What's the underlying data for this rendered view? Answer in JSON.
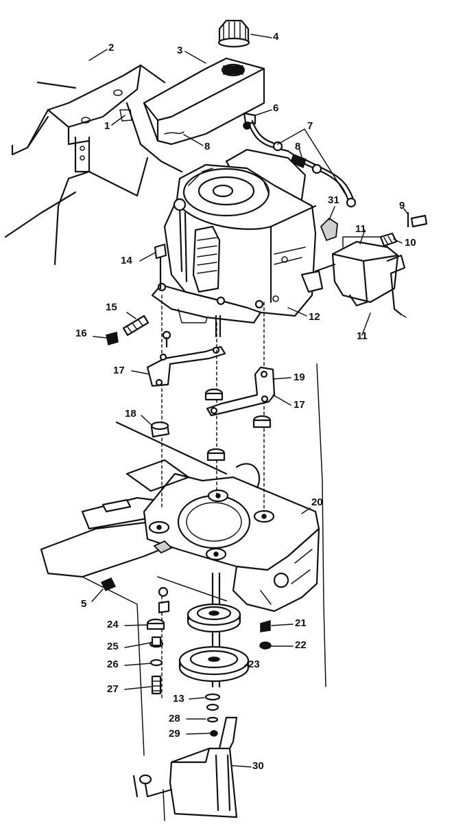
{
  "callouts": [
    {
      "id": "c2",
      "text": "2"
    },
    {
      "id": "c3",
      "text": "3"
    },
    {
      "id": "c4",
      "text": "4"
    },
    {
      "id": "c1",
      "text": "1"
    },
    {
      "id": "c8a",
      "text": "8"
    },
    {
      "id": "c6",
      "text": "6"
    },
    {
      "id": "c7",
      "text": "7"
    },
    {
      "id": "c8b",
      "text": "8"
    },
    {
      "id": "c31",
      "text": "31"
    },
    {
      "id": "c9",
      "text": "9"
    },
    {
      "id": "c11a",
      "text": "11"
    },
    {
      "id": "c10",
      "text": "10"
    },
    {
      "id": "c14",
      "text": "14"
    },
    {
      "id": "c15",
      "text": "15"
    },
    {
      "id": "c16",
      "text": "16"
    },
    {
      "id": "c12",
      "text": "12"
    },
    {
      "id": "c11b",
      "text": "11"
    },
    {
      "id": "c17a",
      "text": "17"
    },
    {
      "id": "c19",
      "text": "19"
    },
    {
      "id": "c17b",
      "text": "17"
    },
    {
      "id": "c18",
      "text": "18"
    },
    {
      "id": "c20",
      "text": "20"
    },
    {
      "id": "c5",
      "text": "5"
    },
    {
      "id": "c24",
      "text": "24"
    },
    {
      "id": "c21",
      "text": "21"
    },
    {
      "id": "c25",
      "text": "25"
    },
    {
      "id": "c22",
      "text": "22"
    },
    {
      "id": "c26",
      "text": "26"
    },
    {
      "id": "c23",
      "text": "23"
    },
    {
      "id": "c27",
      "text": "27"
    },
    {
      "id": "c13",
      "text": "13"
    },
    {
      "id": "c28",
      "text": "28"
    },
    {
      "id": "c29",
      "text": "29"
    },
    {
      "id": "c30",
      "text": "30"
    }
  ]
}
